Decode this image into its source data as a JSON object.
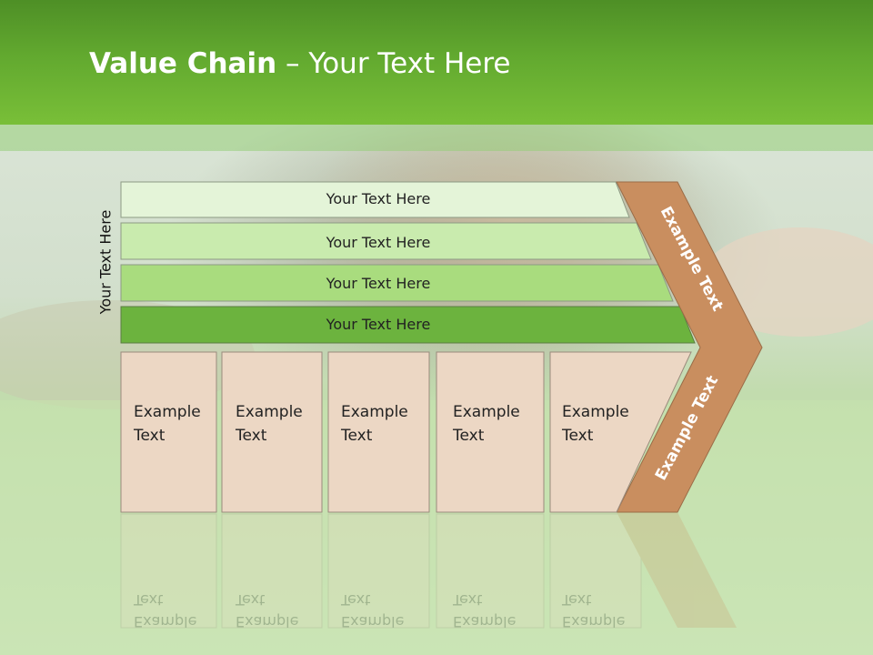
{
  "slide": {
    "title_bold": "Value Chain",
    "title_rest": " – Your Text Here",
    "side_label": "Your Text Here"
  },
  "bands": [
    {
      "label": "Your Text Here",
      "color": "#e4f4d8"
    },
    {
      "label": "Your Text Here",
      "color": "#c9ebae"
    },
    {
      "label": "Your Text Here",
      "color": "#a9dc7e"
    },
    {
      "label": "Your Text Here",
      "color": "#6cb33e"
    }
  ],
  "boxes": [
    {
      "line1": "Example",
      "line2": "Text"
    },
    {
      "line1": "Example",
      "line2": "Text"
    },
    {
      "line1": "Example",
      "line2": "Text"
    },
    {
      "line1": "Example",
      "line2": "Text"
    },
    {
      "line1": "Example",
      "line2": "Text"
    }
  ],
  "arrow": {
    "upper_label": "Example Text",
    "lower_label": "Example Text",
    "color": "#c98e5f"
  },
  "colors": {
    "title_bar": "#62a92f",
    "box_fill": "#ecd7c4",
    "box_stroke": "#9a8a7c"
  }
}
